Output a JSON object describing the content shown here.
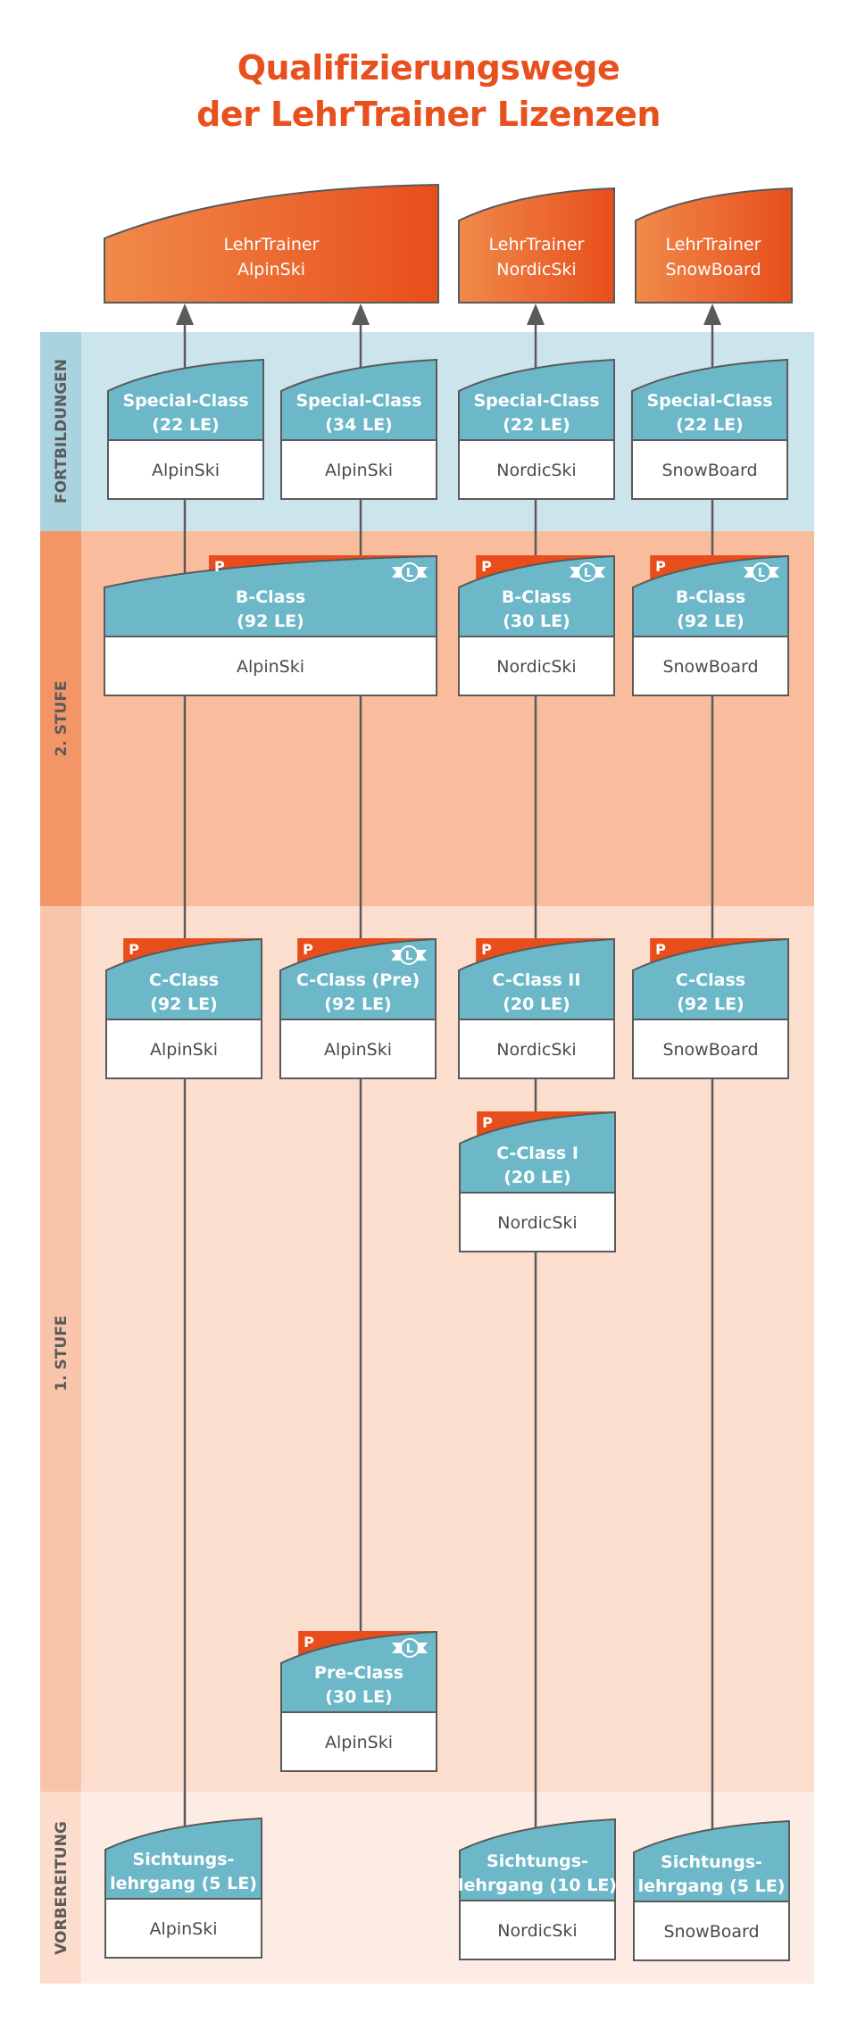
{
  "title": {
    "line1": "Qualifizierungswege",
    "line2": "der LehrTrainer Lizenzen"
  },
  "colors": {
    "title": "#e8501e",
    "header_gradient_start": "#f08a4b",
    "header_gradient_end": "#e84e1b",
    "teal": "#6cb8c9",
    "p_tab": "#e84e1b",
    "outline": "#5a5a5a",
    "fortbildungen_side": "#a9d3de",
    "fortbildungen_main": "#cce4eb",
    "stufe2_side": "#f39567",
    "stufe2_main": "#f9bd9e",
    "stufe1_side": "#f8c4aa",
    "stufe1_main": "#fcdece",
    "vorbereitung_side": "#fcdccb",
    "vorbereitung_main": "#fdece3"
  },
  "bands": [
    {
      "id": "fortbildungen",
      "label": "FORTBILDUNGEN"
    },
    {
      "id": "stufe2",
      "label": "2. STUFE"
    },
    {
      "id": "stufe1",
      "label": "1. STUFE"
    },
    {
      "id": "vorbereitung",
      "label": "VORBEREITUNG"
    }
  ],
  "headers": [
    {
      "line1": "LehrTrainer",
      "line2": "AlpinSki"
    },
    {
      "line1": "LehrTrainer",
      "line2": "NordicSki"
    },
    {
      "line1": "LehrTrainer",
      "line2": "SnowBoard"
    }
  ],
  "badges": {
    "p": "P",
    "l": "L"
  },
  "courses": [
    {
      "id": "special-alpin-22",
      "title": "Special-Class",
      "hours": "(22 LE)",
      "discipline": "AlpinSki",
      "p_badge": false,
      "l_badge": false
    },
    {
      "id": "special-alpin-34",
      "title": "Special-Class",
      "hours": "(34 LE)",
      "discipline": "AlpinSki",
      "p_badge": false,
      "l_badge": false
    },
    {
      "id": "special-nordic-22",
      "title": "Special-Class",
      "hours": "(22 LE)",
      "discipline": "NordicSki",
      "p_badge": false,
      "l_badge": false
    },
    {
      "id": "special-snowboard-22",
      "title": "Special-Class",
      "hours": "(22 LE)",
      "discipline": "SnowBoard",
      "p_badge": false,
      "l_badge": false
    },
    {
      "id": "b-alpin",
      "title": "B-Class",
      "hours": "(92 LE)",
      "discipline": "AlpinSki",
      "p_badge": true,
      "l_badge": true
    },
    {
      "id": "b-nordic",
      "title": "B-Class",
      "hours": "(30 LE)",
      "discipline": "NordicSki",
      "p_badge": true,
      "l_badge": true
    },
    {
      "id": "b-snowboard",
      "title": "B-Class",
      "hours": "(92 LE)",
      "discipline": "SnowBoard",
      "p_badge": true,
      "l_badge": true
    },
    {
      "id": "c-alpin",
      "title": "C-Class",
      "hours": "(92 LE)",
      "discipline": "AlpinSki",
      "p_badge": true,
      "l_badge": false
    },
    {
      "id": "c-pre-alpin",
      "title": "C-Class (Pre)",
      "hours": "(92 LE)",
      "discipline": "AlpinSki",
      "p_badge": true,
      "l_badge": true
    },
    {
      "id": "c2-nordic",
      "title": "C-Class II",
      "hours": "(20 LE)",
      "discipline": "NordicSki",
      "p_badge": true,
      "l_badge": false
    },
    {
      "id": "c-snowboard",
      "title": "C-Class",
      "hours": "(92 LE)",
      "discipline": "SnowBoard",
      "p_badge": true,
      "l_badge": false
    },
    {
      "id": "c1-nordic",
      "title": "C-Class I",
      "hours": "(20 LE)",
      "discipline": "NordicSki",
      "p_badge": true,
      "l_badge": false
    },
    {
      "id": "pre-alpin",
      "title": "Pre-Class",
      "hours": "(30 LE)",
      "discipline": "AlpinSki",
      "p_badge": true,
      "l_badge": true
    },
    {
      "id": "sichtung-alpin",
      "title": "Sichtungs-",
      "hours": "lehrgang (5 LE)",
      "discipline": "AlpinSki",
      "p_badge": false,
      "l_badge": false
    },
    {
      "id": "sichtung-nordic",
      "title": "Sichtungs-",
      "hours": "lehrgang (10 LE)",
      "discipline": "NordicSki",
      "p_badge": false,
      "l_badge": false
    },
    {
      "id": "sichtung-snowboard",
      "title": "Sichtungs-",
      "hours": "lehrgang (5 LE)",
      "discipline": "SnowBoard",
      "p_badge": false,
      "l_badge": false
    }
  ]
}
